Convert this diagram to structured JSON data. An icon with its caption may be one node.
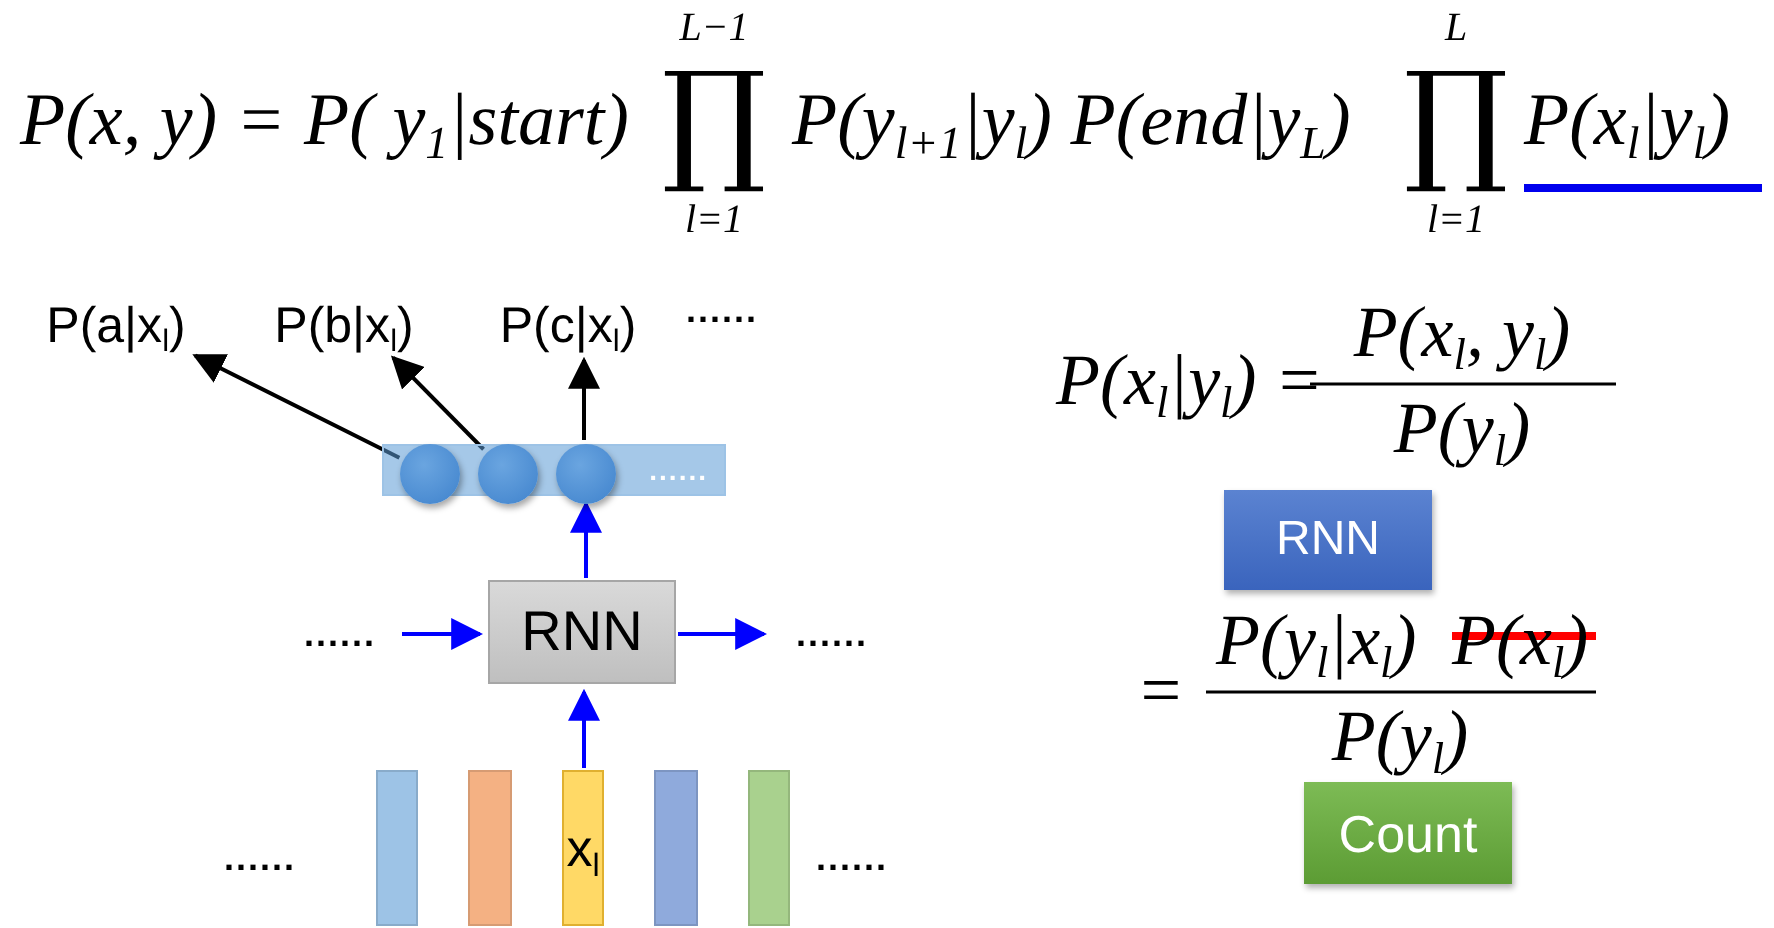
{
  "diagram": {
    "nodes": [
      {
        "text": [
          "P(a|x$_{l}$)"
        ]
      },
      {
        "text": [
          "P(b|x$_{l}$)"
        ]
      },
      {
        "text": [
          "P(c|x$_{l}$)"
        ]
      },
      {
        "text": [
          "......"
        ]
      },
      {
        "text": [],
        "shape": "circle",
        "in": 3
      },
      {
        "text": [],
        "shape": "circle",
        "in": 3
      },
      {
        "text": [],
        "shape": "circle",
        "in": 3
      },
      {
        "text": [
          "......"
        ]
      },
      {
        "text": [
          "RNN"
        ]
      },
      {
        "text": [
          "......"
        ]
      },
      {
        "text": [],
        "shape": "bar"
      },
      {
        "text": [],
        "shape": "bar"
      },
      {
        "text": [
          "x$_{l}$"
        ]
      },
      {
        "text": [],
        "shape": "bar"
      },
      {
        "text": [],
        "shape": "bar"
      },
      {
        "text": [
          "RNN"
        ]
      },
      {
        "text": [
          "Count"
        ]
      }
    ],
    "edges": [
      {
        "from": 4,
        "to": 0,
        "arrow": "to",
        "color": "#000000"
      },
      {
        "from": 5,
        "to": 1,
        "arrow": "to",
        "color": "#000000"
      },
      {
        "from": 6,
        "to": 2,
        "arrow": "to",
        "color": "#000000"
      },
      {
        "from": 8,
        "to": 3,
        "arrow": "to"
      },
      {
        "from": 7,
        "to": 8,
        "arrow": "to"
      },
      {
        "from": 8,
        "to": 9,
        "arrow": "to"
      },
      {
        "from": 12,
        "to": 8,
        "arrow": "to"
      }
    ],
    "labels": [
      "P(x, y) = P( y$_{1}$|start)",
      "L−1",
      "∏",
      "l=1",
      "P(y$_{l+1}$|y$_{l}$) P(end|y$_{L}$)",
      "L",
      "∏",
      "l=1",
      "P(x$_{l}$|y$_{l}$)",
      "......",
      "......",
      "......",
      "P(x$_{l}$|y$_{l}$) =",
      "P(x$_{l}$, y$_{l}$)",
      "P(y$_{l}$)",
      "=",
      "P(y$_{l}$|x$_{l}$)",
      "P(x$_{l}$)",
      "P(y$_{l}$)"
    ]
  }
}
